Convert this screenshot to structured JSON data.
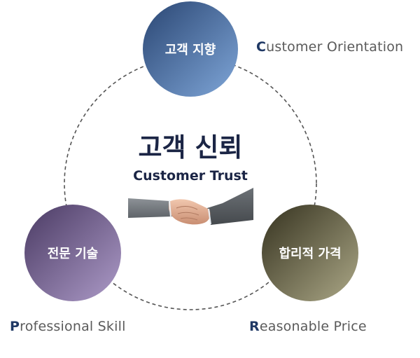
{
  "center": {
    "title": "고객 신뢰",
    "subtitle": "Customer Trust"
  },
  "nodes": {
    "customer": {
      "label": "고객 지향",
      "caption_initial": "C",
      "caption_rest": "ustomer Orientation",
      "color_light": "#7ba3d6",
      "color_dark": "#2c4a78"
    },
    "skill": {
      "label": "전문 기술",
      "caption_initial": "P",
      "caption_rest": "rofessional Skill",
      "color_light": "#a996c4",
      "color_dark": "#4d3d66"
    },
    "price": {
      "label": "합리적 가격",
      "caption_initial": "R",
      "caption_rest": "easonable Price",
      "color_light": "#a8a583",
      "color_dark": "#3d3a2a"
    }
  },
  "colors": {
    "ring": "#555555",
    "title": "#1b2545",
    "caption_initial": "#1f3864",
    "caption_text": "#5a5a5a"
  }
}
